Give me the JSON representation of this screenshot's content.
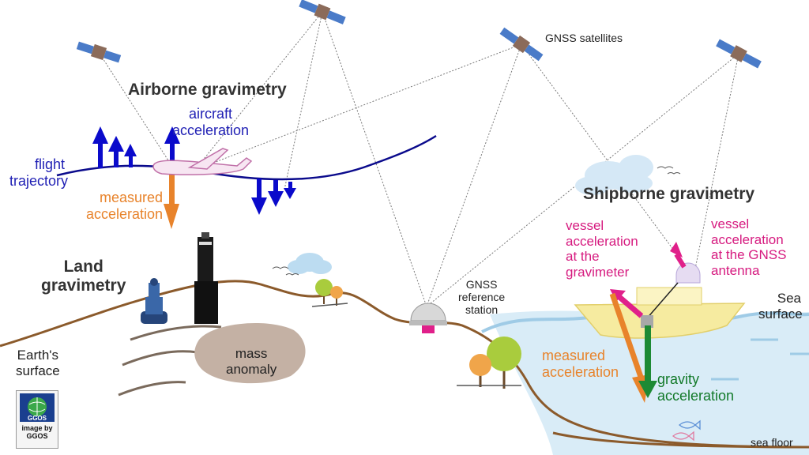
{
  "labels": {
    "airborne_title": "Airborne gravimetry",
    "aircraft_acceleration": [
      "aircraft",
      "acceleration"
    ],
    "flight_trajectory": [
      "flight",
      "trajectory"
    ],
    "measured_acceleration_air": [
      "measured",
      "acceleration"
    ],
    "gnss_satellites": "GNSS satellites",
    "shipborne_title": "Shipborne gravimetry",
    "vessel_acc_gravimeter": [
      "vessel",
      "acceleration",
      "at the",
      "gravimeter"
    ],
    "vessel_acc_antenna": [
      "vessel",
      "acceleration",
      "at the GNSS",
      "antenna"
    ],
    "land_title": [
      "Land",
      "gravimetry"
    ],
    "gnss_reference_station": [
      "GNSS",
      "reference",
      "station"
    ],
    "sea_surface": [
      "Sea",
      "surface"
    ],
    "earths_surface": [
      "Earth's",
      "surface"
    ],
    "mass_anomaly": [
      "mass",
      "anomaly"
    ],
    "measured_acceleration_sea": [
      "measured",
      "acceleration"
    ],
    "gravity_acceleration": [
      "gravity",
      "acceleration"
    ],
    "sea_floor": "sea floor",
    "logo_text": "GGOS",
    "image_credit": [
      "image by",
      "GGOS"
    ]
  },
  "colors": {
    "flight_path": "#0a0a8c",
    "up_arrows": "#0a0acb",
    "orange": "#e8832b",
    "magenta": "#d61a7f",
    "green": "#137a2a",
    "ground": "#8b5a2b",
    "sea": "#cfe6f3",
    "boat": "#f6eba0",
    "mass_anomaly": "#c4b1a4"
  }
}
